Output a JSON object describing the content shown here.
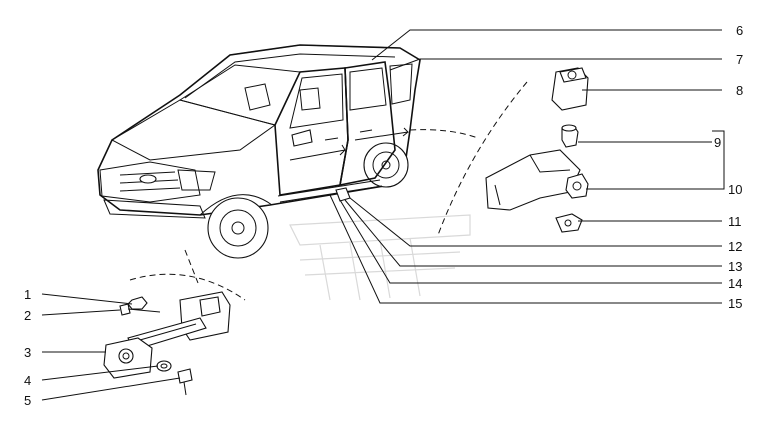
{
  "callouts": {
    "c1": "1",
    "c2": "2",
    "c3": "3",
    "c4": "4",
    "c5": "5",
    "c6": "6",
    "c7": "7",
    "c8": "8",
    "c9": "9",
    "c10": "10",
    "c11": "11",
    "c12": "12",
    "c13": "13",
    "c14": "14",
    "c15": "15"
  },
  "icons": {
    "watermark": "emblem-watermark-icon"
  }
}
